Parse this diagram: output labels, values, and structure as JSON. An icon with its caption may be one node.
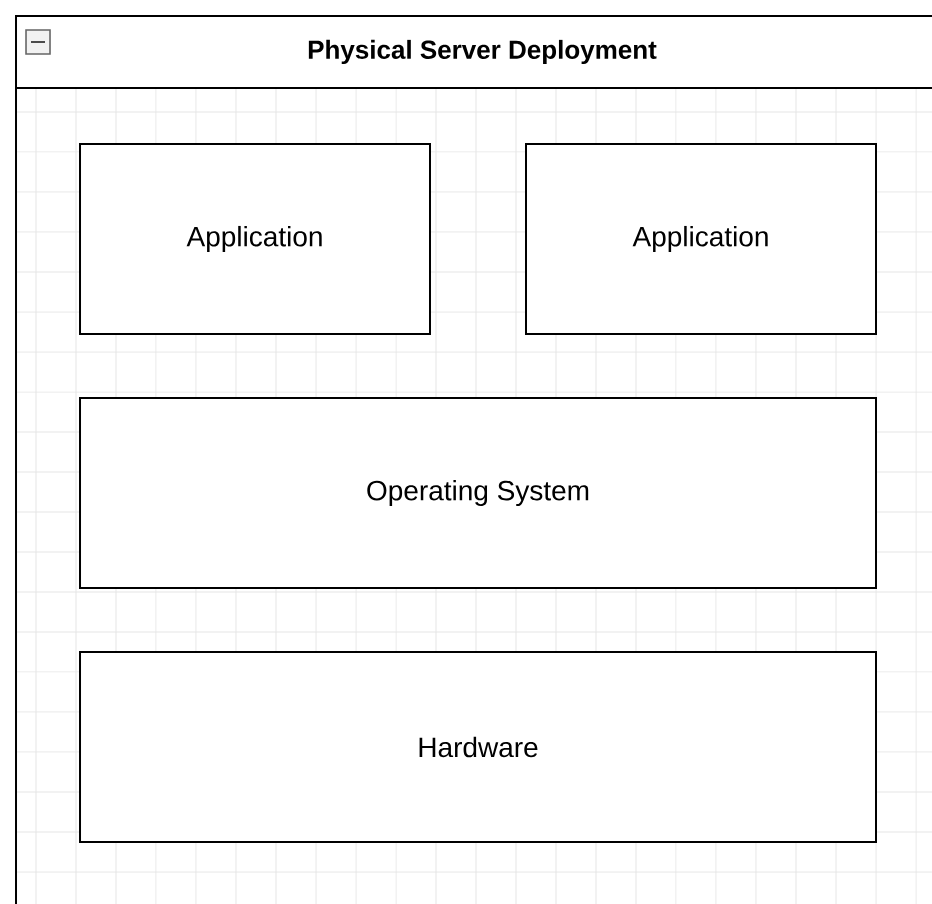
{
  "diagram": {
    "nodes": [
      {
        "text": [
          "Physical Server Deployment"
        ]
      },
      {
        "text": [
          "Application"
        ],
        "in": 0
      },
      {
        "text": [
          "Application"
        ],
        "in": 0
      },
      {
        "text": [
          "Operating System"
        ],
        "in": 0
      },
      {
        "text": [
          "Hardware"
        ],
        "in": 0
      }
    ]
  }
}
